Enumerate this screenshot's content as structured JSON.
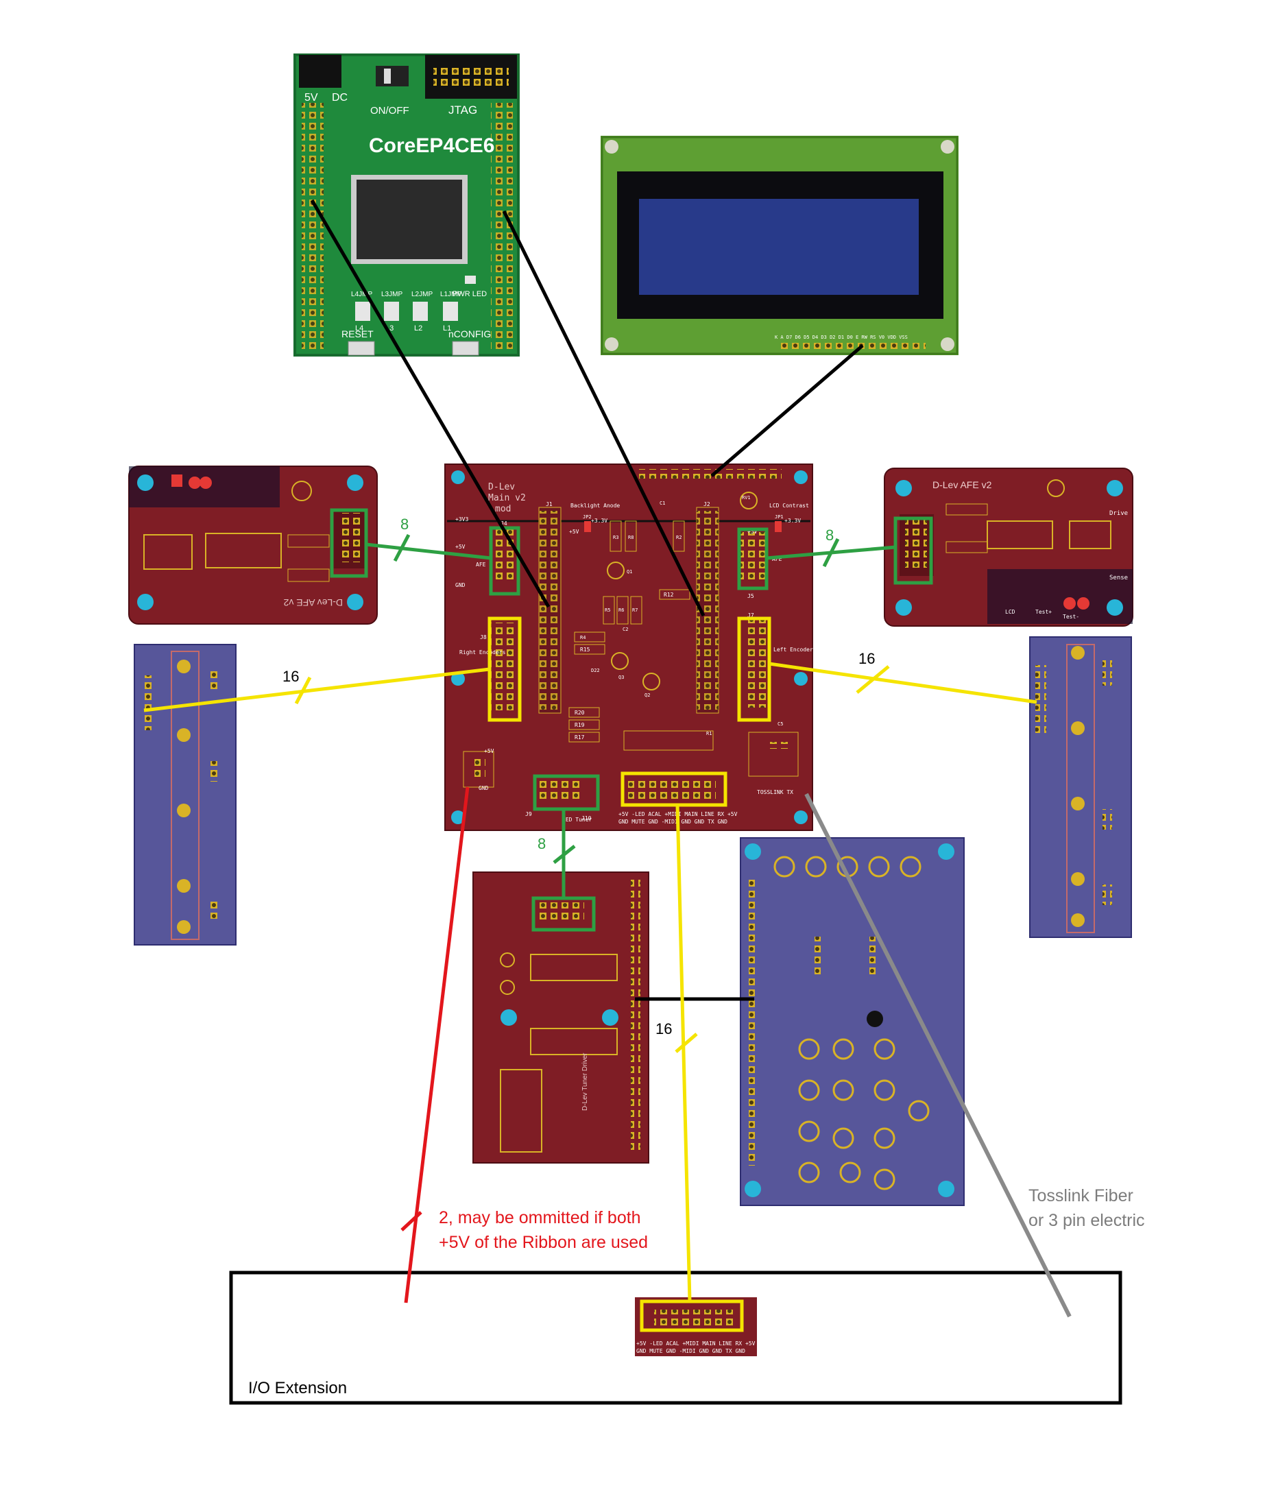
{
  "fpga_board": {
    "name": "CoreEP4CE6",
    "label_5v": "5V",
    "label_dc": "DC",
    "label_switch": "ON/OFF",
    "label_jtag": "JTAG",
    "label_reset": "RESET",
    "label_nconfig": "nCONFIG",
    "label_pwr_led": "PWR LED",
    "leds": [
      "L4",
      "L3",
      "L2",
      "L1"
    ],
    "led_jumpers": [
      "L4JMP",
      "L3JMP",
      "L2JMP",
      "L1JMP"
    ]
  },
  "lcd": {
    "pin_labels": "K A D7 D6 D5 D4 D3 D2 D1 D0 E RW RS V0 VDD VSS"
  },
  "main_board": {
    "title_lines": [
      "D-Lev",
      "Main v2",
      "mod"
    ],
    "backlight_label": "Backlight Anode",
    "contrast_label": "LCD Contrast",
    "label_3v3_left": "+3V3",
    "label_5v_left": "+5V",
    "label_gnd_left": "GND",
    "label_3v3_mid": "+3.3V",
    "label_5v_mid": "+5V",
    "label_3v3_right": "+3.3V",
    "label_5v_right": "+5V",
    "right_encoders_label": "Right Encoders",
    "left_encoders_label": "Left Encoders",
    "afe_left_label": "AFE",
    "afe_right_label": "AFE",
    "toslink_label": "TOSSLINK TX",
    "led_tuner_label": "LED Tuner",
    "j9": "J9",
    "j10": "J10",
    "power_header_label": "+5V",
    "power_header_gnd": "GND",
    "ribbon_pins_top": "+5V  -LED  ACAL  +MIDI  MAIN  LINE  RX  +5V",
    "ribbon_pins_bottom": "GND  MUTE  GND  -MIDI  GND  GND  TX  GND",
    "refdes": [
      "J1",
      "J2",
      "J4",
      "J5",
      "J7",
      "J8",
      "R1",
      "R2",
      "R3",
      "R4",
      "R5",
      "R6",
      "R7",
      "R8",
      "R12",
      "R15",
      "R17",
      "R19",
      "R20",
      "C1",
      "C2",
      "C5",
      "Q1",
      "Q2",
      "Q3",
      "RV1",
      "D22",
      "JP1",
      "JP2"
    ]
  },
  "afe_left": {
    "title": "D-Lev AFE v2"
  },
  "afe_right": {
    "title": "D-Lev AFE v2",
    "labels": [
      "Drive",
      "Sense",
      "Test+",
      "Test-",
      "LCD"
    ]
  },
  "led_tuner_board": {
    "title": "D-Lev Tuner Driver"
  },
  "io_box": {
    "label": "I/O Extension"
  },
  "io_connector": {
    "pins_top": "+5V  -LED  ACAL  +MIDI  MAIN  LINE  RX  +5V",
    "pins_bottom": "GND  MUTE  GND  -MIDI  GND  GND  TX  GND"
  },
  "wire_labels": {
    "afe_left_count": "8",
    "afe_right_count": "8",
    "enc_left_count": "16",
    "enc_right_count": "16",
    "tuner_count": "8",
    "ribbon_count": "16"
  },
  "annotations": {
    "red_note_line1": "2, may be ommitted if both",
    "red_note_line2": "+5V of the Ribbon are used",
    "gray_note_line1": "Tosslink Fiber",
    "gray_note_line2": "or 3 pin electric"
  },
  "colors": {
    "pcb_red": "#7f1d25",
    "pcb_red_dark": "#5e1219",
    "pcb_blue": "#57569a",
    "pcb_green": "#1f8a3c",
    "gold": "#d9b326",
    "black_wire": "#000000",
    "green_wire": "#2ea043",
    "yellow_wire": "#f5e400",
    "red_wire": "#e3161c",
    "gray_wire": "#8a8a8a",
    "red_text": "#e3161c",
    "gray_text": "#7c7c7c"
  }
}
